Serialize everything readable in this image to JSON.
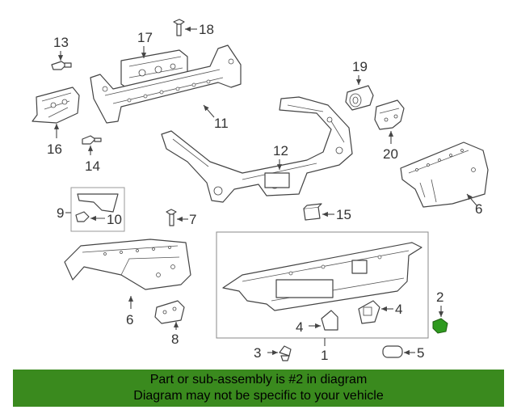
{
  "callouts": {
    "c1": "1",
    "c2": "2",
    "c3": "3",
    "c4a": "4",
    "c4b": "4",
    "c5": "5",
    "c6a": "6",
    "c6b": "6",
    "c7": "7",
    "c8": "8",
    "c9": "9",
    "c10": "10",
    "c11": "11",
    "c12": "12",
    "c13": "13",
    "c14": "14",
    "c15": "15",
    "c16": "16",
    "c17": "17",
    "c18": "18",
    "c19": "19",
    "c20": "20"
  },
  "highlight": {
    "part": "2",
    "color": "#2f9a1f"
  },
  "banner": {
    "line1": "Part or sub-assembly is #2 in diagram",
    "line2": "Diagram may not be specific to your vehicle",
    "background": "#3a8a1e"
  }
}
